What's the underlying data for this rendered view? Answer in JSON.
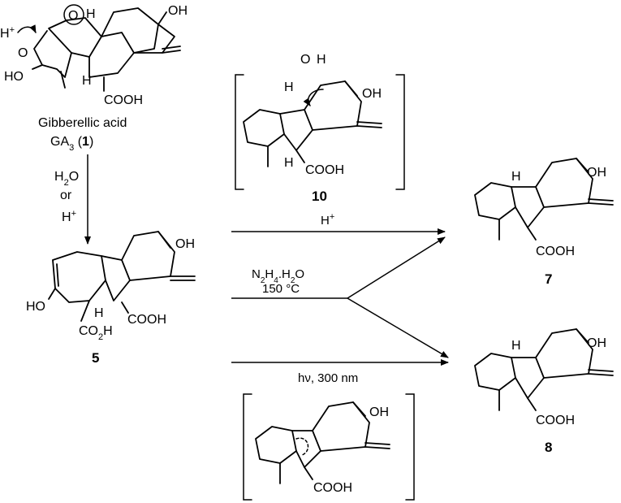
{
  "compounds": {
    "ga3": {
      "name": "Gibberellic acid",
      "code": "GA",
      "code_sub": "3",
      "number": "1"
    },
    "c5": {
      "number": "5"
    },
    "c7": {
      "number": "7"
    },
    "c8": {
      "number": "8"
    },
    "c10": {
      "number": "10"
    }
  },
  "groups": {
    "oh": "OH",
    "ho": "HO",
    "cooh": "COOH",
    "co2h_main": "CO",
    "co2h_sub": "2",
    "co2h_end": "H",
    "h": "H",
    "h_plus": "H",
    "plus": "+",
    "o": "O"
  },
  "conditions": {
    "hydration_1": "H",
    "hydration_1_sub": "2",
    "hydration_1_end": "O",
    "hydration_2": "or",
    "hydration_3": "H",
    "hydration_3_sup": "+",
    "acid": "H",
    "acid_sup": "+",
    "hydrazine_1": "N",
    "hydrazine_1a": "2",
    "hydrazine_1b": "H",
    "hydrazine_1c": "4",
    "hydrazine_1d": ".H",
    "hydrazine_1e": "2",
    "hydrazine_1f": "O",
    "hydrazine_2": "150 °C",
    "photo": "hν, 300 nm"
  }
}
